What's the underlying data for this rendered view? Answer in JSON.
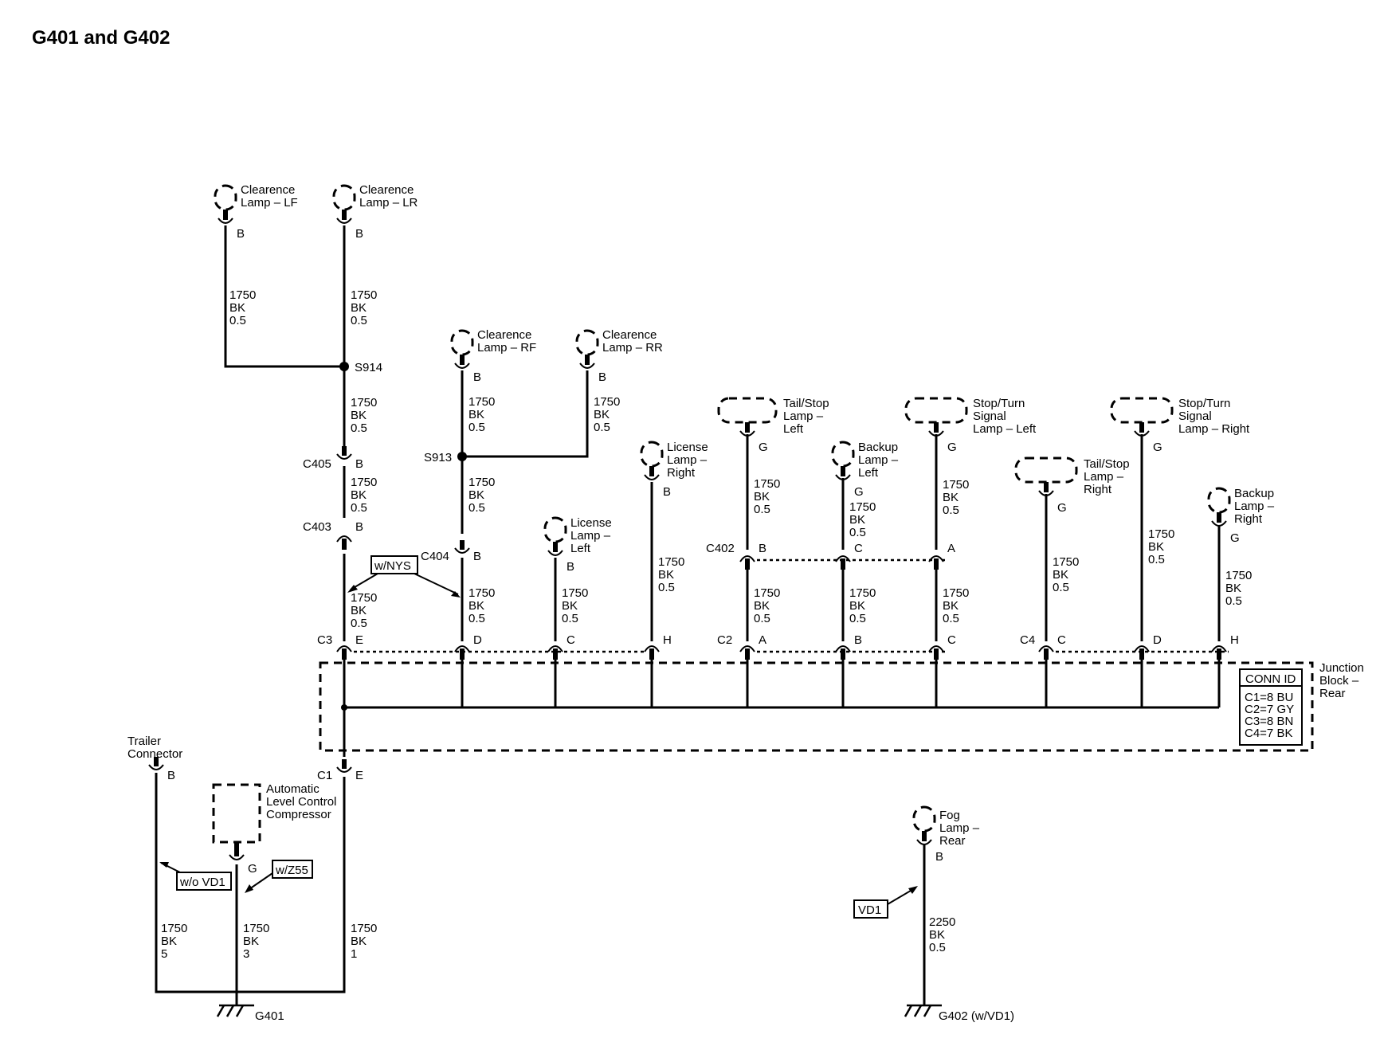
{
  "title": "G401 and G402",
  "components": {
    "clr_lf": [
      "Clearence",
      "Lamp – LF"
    ],
    "clr_lr": [
      "Clearence",
      "Lamp – LR"
    ],
    "clr_rf": [
      "Clearence",
      "Lamp – RF"
    ],
    "clr_rr": [
      "Clearence",
      "Lamp – RR"
    ],
    "lic_left": [
      "License",
      "Lamp –",
      "Left"
    ],
    "lic_right": [
      "License",
      "Lamp –",
      "Right"
    ],
    "tail_left": [
      "Tail/Stop",
      "Lamp –",
      "Left"
    ],
    "backup_left": [
      "Backup",
      "Lamp –",
      "Left"
    ],
    "stopturn_left": [
      "Stop/Turn",
      "Signal",
      "Lamp – Left"
    ],
    "tail_right": [
      "Tail/Stop",
      "Lamp –",
      "Right"
    ],
    "stopturn_right": [
      "Stop/Turn",
      "Signal",
      "Lamp – Right"
    ],
    "backup_right": [
      "Backup",
      "Lamp –",
      "Right"
    ],
    "junction": [
      "Junction",
      "Block –",
      "Rear"
    ],
    "trailer": [
      "Trailer",
      "Connector"
    ],
    "alc": [
      "Automatic",
      "Level Control",
      "Compressor"
    ],
    "fog": [
      "Fog",
      "Lamp –",
      "Rear"
    ]
  },
  "conn_id": {
    "header": "CONN ID",
    "rows": [
      "C1=8 BU",
      "C2=7 GY",
      "C3=8 BN",
      "C4=7 BK"
    ]
  },
  "options": {
    "nys": "w/NYS",
    "wo_vd1": "w/o VD1",
    "z55": "w/Z55",
    "vd1": "VD1"
  },
  "splices": {
    "s914": "S914",
    "s913": "S913"
  },
  "connectors": {
    "c405": "C405",
    "c403": "C403",
    "c404": "C404",
    "c402": "C402",
    "c3": "C3",
    "c2": "C2",
    "c4": "C4",
    "c1": "C1"
  },
  "pins": {
    "clr_lf": "B",
    "clr_lr": "B",
    "c405": "B",
    "c403": "B",
    "clr_rf": "B",
    "clr_rr": "B",
    "c404": "B",
    "lic_left": "B",
    "lic_right": "B",
    "tail_left": "G",
    "backup_left": "G",
    "stopturn_left": "G",
    "c402_b": "B",
    "c402_c": "C",
    "c402_a": "A",
    "tail_right": "G",
    "stopturn_right": "G",
    "backup_right": "G",
    "c3_e": "E",
    "c3_d": "D",
    "c3_c": "C",
    "c3_h": "H",
    "c2_a": "A",
    "c2_b": "B",
    "c2_c": "C",
    "c4_c": "C",
    "c4_d": "D",
    "c4_h": "H",
    "c1_e": "E",
    "trailer": "B",
    "alc": "G",
    "fog": "B"
  },
  "wires": {
    "w_lf": [
      "1750",
      "BK",
      "0.5"
    ],
    "w_lr": [
      "1750",
      "BK",
      "0.5"
    ],
    "w_s914": [
      "1750",
      "BK",
      "0.5"
    ],
    "w_c405": [
      "1750",
      "BK",
      "0.5"
    ],
    "w_c3e": [
      "1750",
      "BK",
      "0.5"
    ],
    "w_rf": [
      "1750",
      "BK",
      "0.5"
    ],
    "w_rr": [
      "1750",
      "BK",
      "0.5"
    ],
    "w_s913": [
      "1750",
      "BK",
      "0.5"
    ],
    "w_c3d": [
      "1750",
      "BK",
      "0.5"
    ],
    "w_licl": [
      "1750",
      "BK",
      "0.5"
    ],
    "w_licr": [
      "1750",
      "BK",
      "0.5"
    ],
    "w_taill": [
      "1750",
      "BK",
      "0.5"
    ],
    "w_backl": [
      "1750",
      "BK",
      "0.5"
    ],
    "w_stl": [
      "1750",
      "BK",
      "0.5"
    ],
    "w_c2a": [
      "1750",
      "BK",
      "0.5"
    ],
    "w_c2b": [
      "1750",
      "BK",
      "0.5"
    ],
    "w_c2c": [
      "1750",
      "BK",
      "0.5"
    ],
    "w_tailr": [
      "1750",
      "BK",
      "0.5"
    ],
    "w_str": [
      "1750",
      "BK",
      "0.5"
    ],
    "w_backr": [
      "1750",
      "BK",
      "0.5"
    ],
    "w_trailer": [
      "1750",
      "BK",
      "5"
    ],
    "w_alc": [
      "1750",
      "BK",
      "3"
    ],
    "w_c1": [
      "1750",
      "BK",
      "1"
    ],
    "w_fog": [
      "2250",
      "BK",
      "0.5"
    ]
  },
  "grounds": {
    "g401": "G401",
    "g402": "G402 (w/VD1)"
  }
}
